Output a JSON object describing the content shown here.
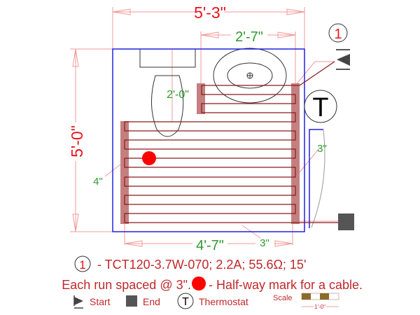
{
  "dimensions": {
    "overall_width": "5'-3\"",
    "overall_height": "5'-0\"",
    "upper_mat_width": "2'-7\"",
    "lower_mat_width": "4'-7\"",
    "toilet_clearance": "2'-0\"",
    "wall_offset_left": "4\"",
    "wall_offset_right": "3\"",
    "wall_offset_bottom": "3\""
  },
  "markers": {
    "callout_number": "1",
    "thermostat_letter": "T"
  },
  "legend": {
    "callout_number": "1",
    "cable_spec": "- TCT120-3.7W-070; 2.2A; 55.6Ω; 15'",
    "spacing_note": "Each run spaced @ 3\".",
    "halfway_note": "- Half-way mark for a cable.",
    "start_label": "Start",
    "end_label": "End",
    "thermostat_letter": "T",
    "thermostat_label": "Thermostat",
    "scale_label": "Scale",
    "scale_value": "1'-0\""
  },
  "colors": {
    "wall": "#2020e0",
    "cable": "#8b1a1a",
    "cable_band": "#c48080",
    "dimension_line": "#f08080",
    "halfway_mark": "#ff0000"
  }
}
